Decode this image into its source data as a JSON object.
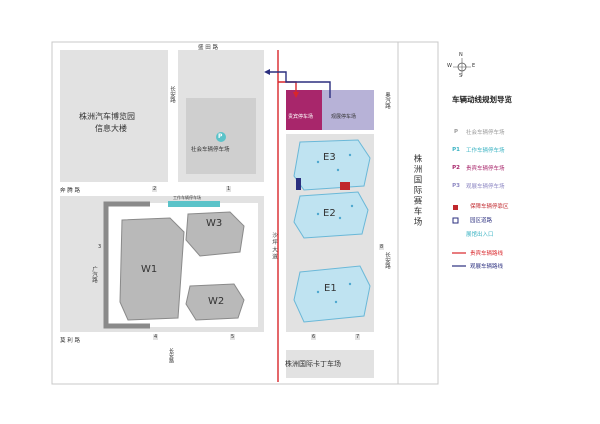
{
  "colors": {
    "background": "#ffffff",
    "outer_block": "#e2e2e2",
    "hall": "#b9b9b9",
    "hall_stroke": "#8a8a8a",
    "expo_hall": "#bfe3f1",
    "expo_stroke": "#6ab8d8",
    "expo_dot": "#4ea7cf",
    "public_parking": "#cfcfcf",
    "vip_parking": "#a8266b",
    "visitor_parking": "#b7b2d7",
    "staff_parking": "#5bc3c9",
    "arrival_route": "#d9262a",
    "departure_route": "#2b2f7f",
    "entrance_badge": "#9a9a9a",
    "text": "#333333"
  },
  "roads": {
    "top": "盛 田 路",
    "left_mid": "奔 腾 路",
    "bottom_left": "莫 利 路",
    "left_vertical": "长安路",
    "center_vertical": "沙 坪 大 道",
    "right_vertical": "奥汽路",
    "right_inner_vertical": "长安路",
    "left_inner_vertical": "广汽路",
    "bottom_vertical": "长安路",
    "speedway": "株洲国际赛车场"
  },
  "buildings": {
    "exhibition_center": "株洲汽车博览园",
    "office_building": "信息大楼",
    "public_lot": "社会车辆停车场",
    "vip_lot": "贵宾停车场",
    "visitor_lot": "观展停车场",
    "kart_track": "株洲国际卡丁车场"
  },
  "halls": {
    "w1": "W1",
    "w2": "W2",
    "w3": "W3",
    "e1": "E1",
    "e2": "E2",
    "e3": "E3"
  },
  "markers": {
    "parking_p": "P",
    "staff_lot": "工作车辆停车场",
    "gates": [
      "1",
      "2",
      "3",
      "4",
      "5",
      "6",
      "7",
      "8"
    ]
  },
  "compass": {
    "n": "N",
    "s": "S",
    "w": "W",
    "e": "E"
  },
  "legend": {
    "title": "车辆动线规划导览",
    "items": [
      {
        "key": "P",
        "text": "社会车辆停车场",
        "color": "#9a9a9a"
      },
      {
        "key": "P1",
        "text": "工作车辆停车场",
        "color": "#3bb3c3"
      },
      {
        "key": "P2",
        "text": "贵宾车辆停车场",
        "color": "#a8266b"
      },
      {
        "key": "P3",
        "text": "观展车辆停车场",
        "color": "#8c86c2"
      },
      {
        "key": "",
        "text": "保障车辆停靠区",
        "color": "#c0282d"
      },
      {
        "key": "",
        "text": "园区道路",
        "color": "#2b2f7f"
      },
      {
        "key": "",
        "text": "展馆出入口",
        "color": "#3bb3c3"
      },
      {
        "key": "",
        "text": "贵宾车辆路线",
        "color": "#d9262a"
      },
      {
        "key": "",
        "text": "观展车辆路线",
        "color": "#2b2f7f"
      }
    ]
  }
}
